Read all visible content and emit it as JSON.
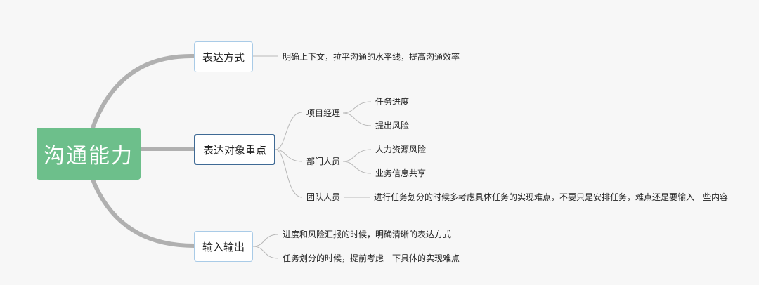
{
  "central": {
    "label": "沟通能力"
  },
  "branches": [
    {
      "label": "表达方式",
      "note": "明确上下文，拉平沟通的水平线，提高沟通效率"
    },
    {
      "label": "表达对象重点",
      "groups": [
        {
          "label": "项目经理",
          "items": [
            "任务进度",
            "提出风险"
          ]
        },
        {
          "label": "部门人员",
          "items": [
            "人力资源风险",
            "业务信息共享"
          ]
        },
        {
          "label": "团队人员",
          "note": "进行任务划分的时候多考虑具体任务的实现难点，不要只是安排任务，难点还是要输入一些内容"
        }
      ]
    },
    {
      "label": "输入输出",
      "items": [
        "进度和风险汇报的时候，明确清晰的表达方式",
        "任务划分的时候，提前考虑一下具体的实现难点"
      ]
    }
  ],
  "colors": {
    "central_fill": "#6dbf8b",
    "main_connector": "#b0b0b0",
    "thin_connector": "#b8b8b8",
    "branch_border": "#a9cbe7",
    "selected_border": "#3f6a95"
  }
}
